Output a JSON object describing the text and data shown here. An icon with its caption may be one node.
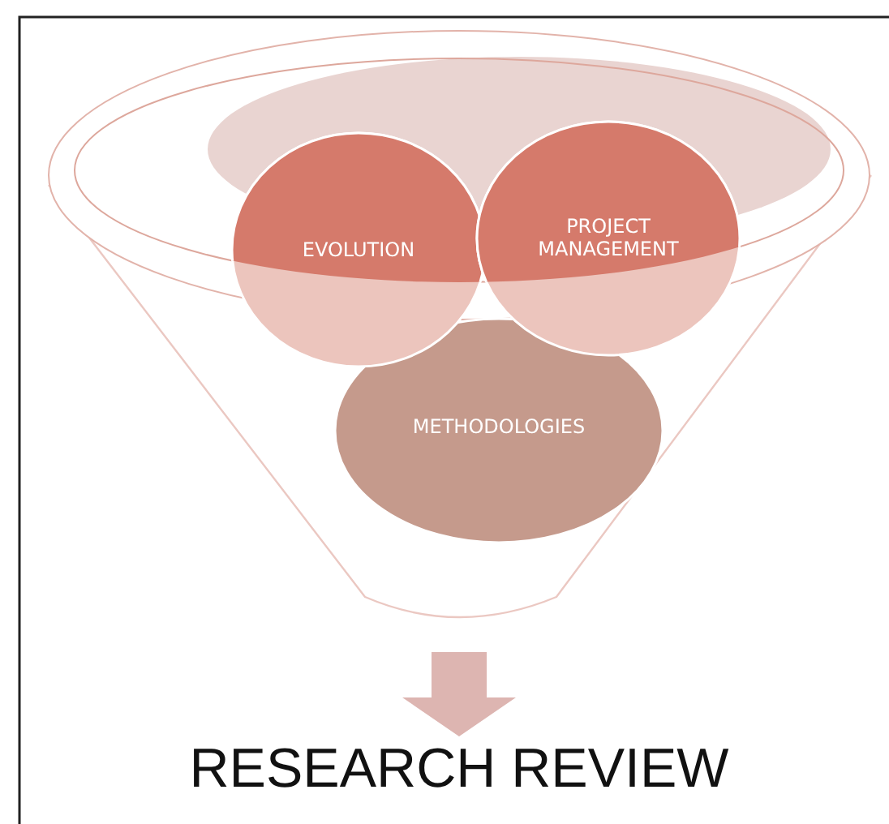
{
  "diagram": {
    "nodes": [
      {
        "text": [],
        "shape": "funnel"
      },
      {
        "text": [
          "EVOLUTION"
        ],
        "in": 0
      },
      {
        "text": [
          "PROJECT MANAGEMENT"
        ],
        "in": 0
      },
      {
        "text": [
          "METHODOLOGIES"
        ],
        "in": 0
      },
      {
        "text": [
          "RESEARCH REVIEW"
        ]
      }
    ],
    "edges": [
      {
        "from": 0,
        "to": 4,
        "arrow": "to",
        "style": "thick",
        "color": "#ddb5b1"
      }
    ]
  }
}
